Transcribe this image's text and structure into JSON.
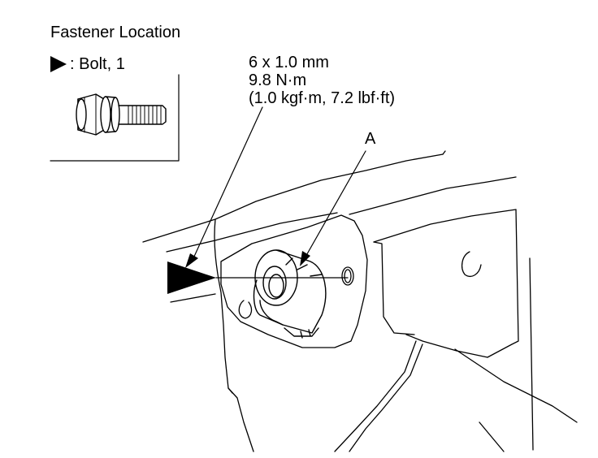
{
  "header": {
    "title": "Fastener Location"
  },
  "legend": {
    "symbol": "filled-triangle-marker",
    "text": ": Bolt, 1"
  },
  "spec": {
    "size": "6 x 1.0 mm",
    "torque_nm": "9.8 N·m",
    "torque_alt": "(1.0 kgf·m, 7.2 lbf·ft)"
  },
  "callouts": {
    "a": "A"
  }
}
